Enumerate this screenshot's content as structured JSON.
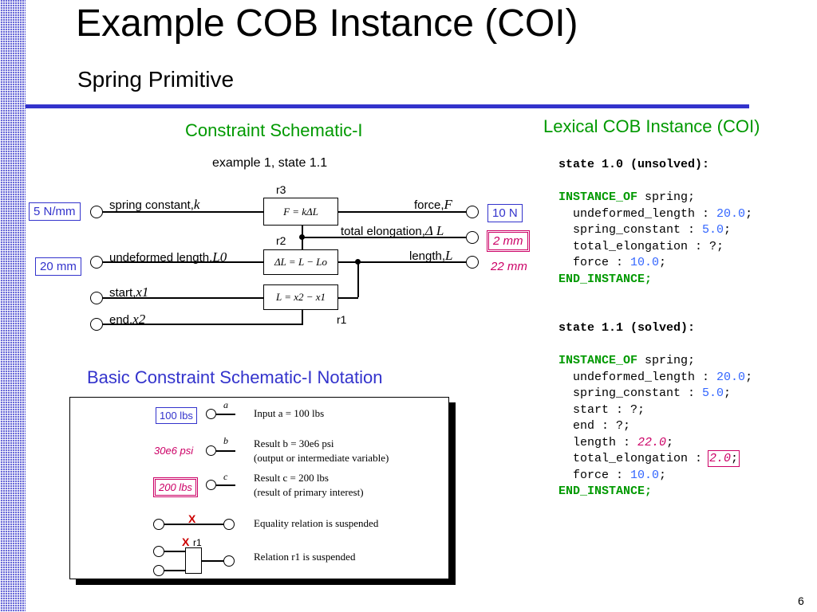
{
  "slide": {
    "title": "Example COB Instance (COI)",
    "subtitle": "Spring Primitive",
    "page_number": "6"
  },
  "schematic": {
    "heading": "Constraint Schematic-I",
    "caption": "example 1, state 1.1",
    "relations": {
      "r3": {
        "name": "r3",
        "equation": "F = kΔL"
      },
      "r2": {
        "name": "r2",
        "equation": "ΔL = L − Lo"
      },
      "r1": {
        "name": "r1",
        "equation": "L = x2 − x1"
      }
    },
    "left_vars": [
      {
        "label": "spring constant,",
        "symbol": "k",
        "value": "5 N/mm"
      },
      {
        "label": "undeformed length,",
        "symbol": "L0",
        "value": "20 mm"
      },
      {
        "label": "start,",
        "symbol": "x1",
        "value": ""
      },
      {
        "label": "end,",
        "symbol": "x2",
        "value": ""
      }
    ],
    "right_vars": [
      {
        "label": "force,",
        "symbol": "F",
        "value": "10 N"
      },
      {
        "label": "total elongation,",
        "symbol": "Δ L",
        "value": "2 mm"
      },
      {
        "label": "length,",
        "symbol": "L",
        "value": "22 mm"
      }
    ]
  },
  "notation": {
    "heading": "Basic Constraint Schematic-I Notation",
    "items": [
      {
        "value": "100 lbs",
        "var": "a",
        "text1": "Input a = 100 lbs",
        "text2": ""
      },
      {
        "value": "30e6 psi",
        "var": "b",
        "text1": "Result b = 30e6 psi",
        "text2": "(output or intermediate variable)"
      },
      {
        "value": "200 lbs",
        "var": "c",
        "text1": "Result c = 200 lbs",
        "text2": "(result of primary interest)"
      },
      {
        "mark": "X",
        "text1": "Equality relation is suspended"
      },
      {
        "mark": "X",
        "rel": "r1",
        "text1": "Relation r1 is suspended"
      }
    ]
  },
  "lexical": {
    "heading": "Lexical COB Instance (COI)",
    "state10": {
      "header": "state 1.0 (unsolved):",
      "kw_instance": "INSTANCE_OF",
      "type": " spring;",
      "l1_key": "  undeformed_length : ",
      "l1_val": "20.0",
      "l2_key": "  spring_constant : ",
      "l2_val": "5.0",
      "l3": "  total_elongation : ?;",
      "l4_key": "  force : ",
      "l4_val": "10.0",
      "kw_end": "END_INSTANCE"
    },
    "state11": {
      "header": "state 1.1 (solved):",
      "kw_instance": "INSTANCE_OF",
      "type": " spring;",
      "l1_key": "  undeformed_length : ",
      "l1_val": "20.0",
      "l2_key": "  spring_constant : ",
      "l2_val": "5.0",
      "l3": "  start : ?;",
      "l4": "  end : ?;",
      "l5_key": "  length : ",
      "l5_val": "22.0",
      "l6_key": "  total_elongation : ",
      "l6_val": "2.0",
      "l7_key": "  force : ",
      "l7_val": "10.0",
      "kw_end": "END_INSTANCE"
    }
  },
  "colors": {
    "accent": "#3333cc",
    "result": "#cc0066",
    "keyword": "#009900",
    "number": "#3366ff"
  }
}
